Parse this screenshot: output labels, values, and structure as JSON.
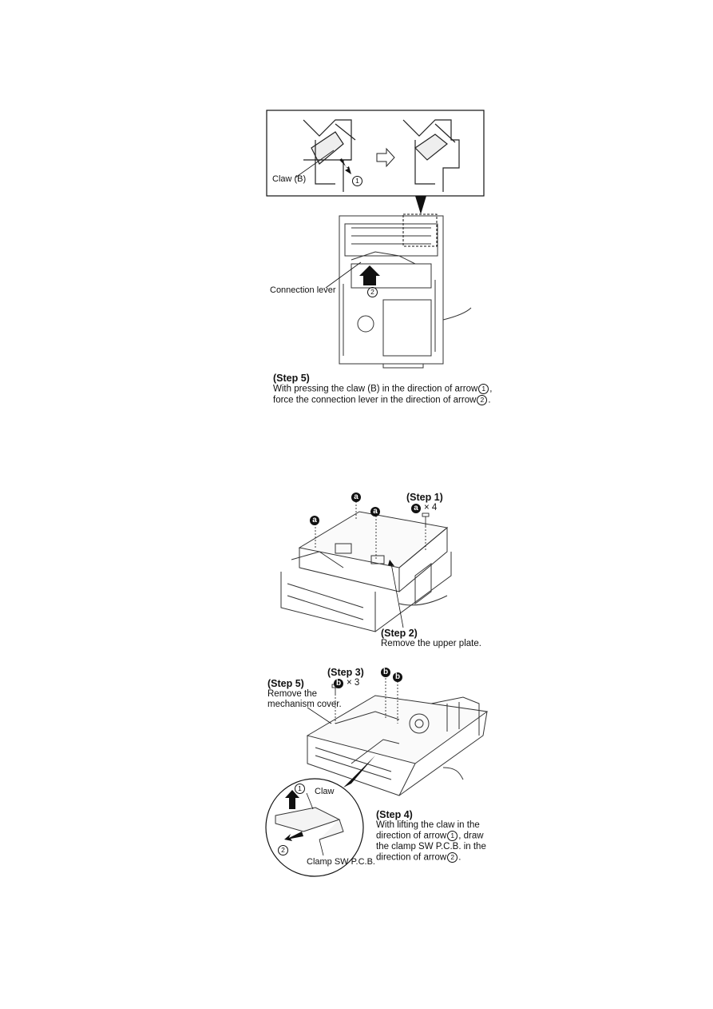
{
  "fig1": {
    "claw_label": "Claw (B)",
    "lever_label": "Connection lever",
    "arrow1": "1",
    "arrow2": "2",
    "step5": {
      "title": "(Step 5)",
      "line1": "With pressing the claw (B) in the direction of arrow",
      "line1_end": ",",
      "line2": "force the connection lever in the direction of arrow",
      "line2_end": ".",
      "ref1": "1",
      "ref2": "2"
    }
  },
  "fig2": {
    "screw_marker": "a",
    "step1": {
      "title": "(Step 1)",
      "marker": "a",
      "count": "× 4"
    },
    "step2": {
      "title": "(Step 2)",
      "text": "Remove the upper plate."
    }
  },
  "fig3": {
    "screw_marker": "b",
    "step3": {
      "title": "(Step 3)",
      "marker": "b",
      "count": "× 3"
    },
    "step5": {
      "title": "(Step 5)",
      "line1": "Remove the",
      "line2": "mechanism cover."
    },
    "step4": {
      "title": "(Step 4)",
      "line1": "With lifting the claw in the",
      "line2a": "direction of arrow",
      "line2b": ", draw",
      "line3": "the clamp SW P.C.B. in the",
      "line4a": "direction of arrow",
      "line4b": ".",
      "ref1": "1",
      "ref2": "2"
    },
    "inset": {
      "claw_label": "Claw",
      "pcb_label": "Clamp SW P.C.B.",
      "arrow1": "1",
      "arrow2": "2"
    }
  }
}
